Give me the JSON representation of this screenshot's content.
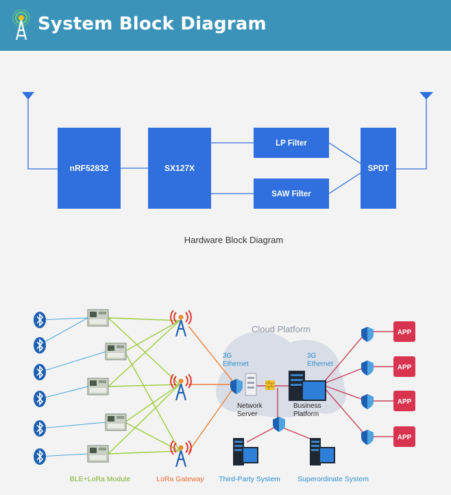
{
  "header": {
    "title": "System Block Diagram"
  },
  "hardware": {
    "blocks": {
      "mcu": "nRF52832",
      "radio": "SX127X",
      "lp": "LP Filter",
      "saw": "SAW Filter",
      "spdt": "SPDT"
    },
    "caption": "Hardware Block Diagram"
  },
  "network": {
    "cloud_label": "Cloud Platform",
    "eth_left": [
      "3G",
      "Ethernet"
    ],
    "eth_right": [
      "3G",
      "Ethernet"
    ],
    "network_server": [
      "Network",
      "Server"
    ],
    "business_platform": [
      "Business",
      "Platform"
    ],
    "app_label": "APP",
    "labels": {
      "module": "BLE+LoRa Module",
      "gateway": "LoRa Gateway",
      "third_party": "Third-Party System",
      "superordinate": "Superordinate System"
    }
  },
  "colors": {
    "header": "#3b93b9",
    "block": "#2f6fde",
    "bluetooth": "#1d5fb0",
    "link_blue": "#4aa8d8",
    "link_green": "#9ccc3c",
    "link_orange": "#f07f3a",
    "link_red": "#c9405e",
    "app": "#d9344f",
    "label_green": "#7fb12a",
    "label_orange": "#ea6b2e",
    "label_blue": "#2b8fd0"
  }
}
